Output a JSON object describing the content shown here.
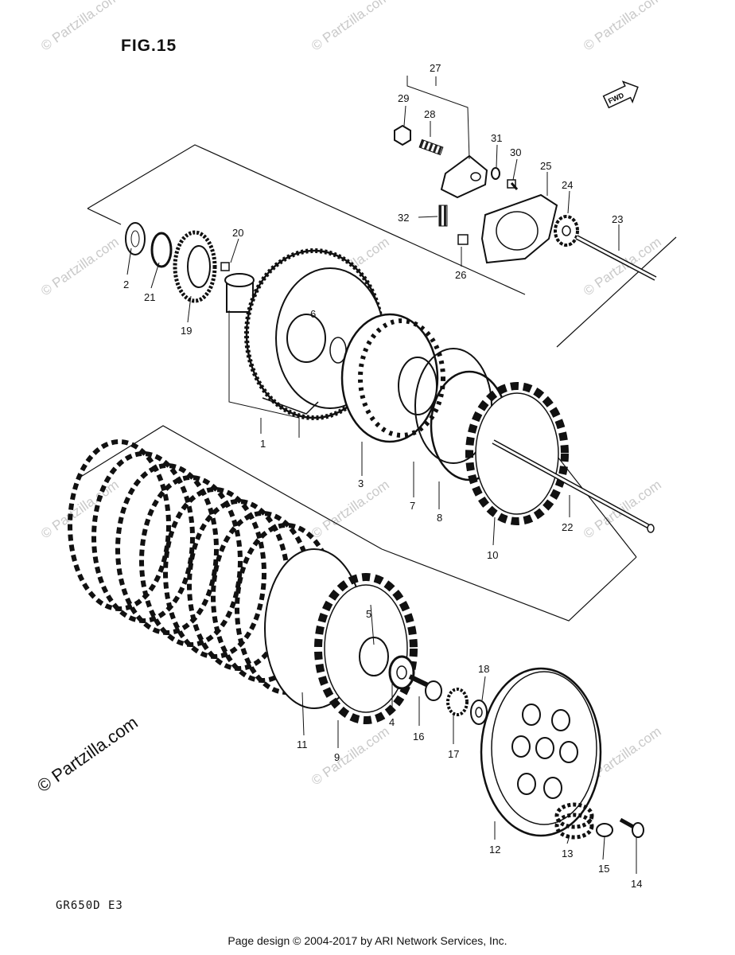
{
  "figure": {
    "title": "FIG.15",
    "model_code": "GR650D E3"
  },
  "watermark": {
    "text": "© Partzilla.com",
    "repeat_text": "© Partzilla.com"
  },
  "direction_badge": "FWD",
  "footer": "Page design © 2004-2017 by ARI Network Services, Inc.",
  "part_labels": [
    "1",
    "2",
    "3",
    "4",
    "5",
    "6",
    "7",
    "8",
    "9",
    "10",
    "11",
    "12",
    "13",
    "14",
    "15",
    "16",
    "17",
    "18",
    "19",
    "20",
    "21",
    "22",
    "23",
    "24",
    "25",
    "26",
    "27",
    "28",
    "29",
    "30",
    "31",
    "32"
  ]
}
